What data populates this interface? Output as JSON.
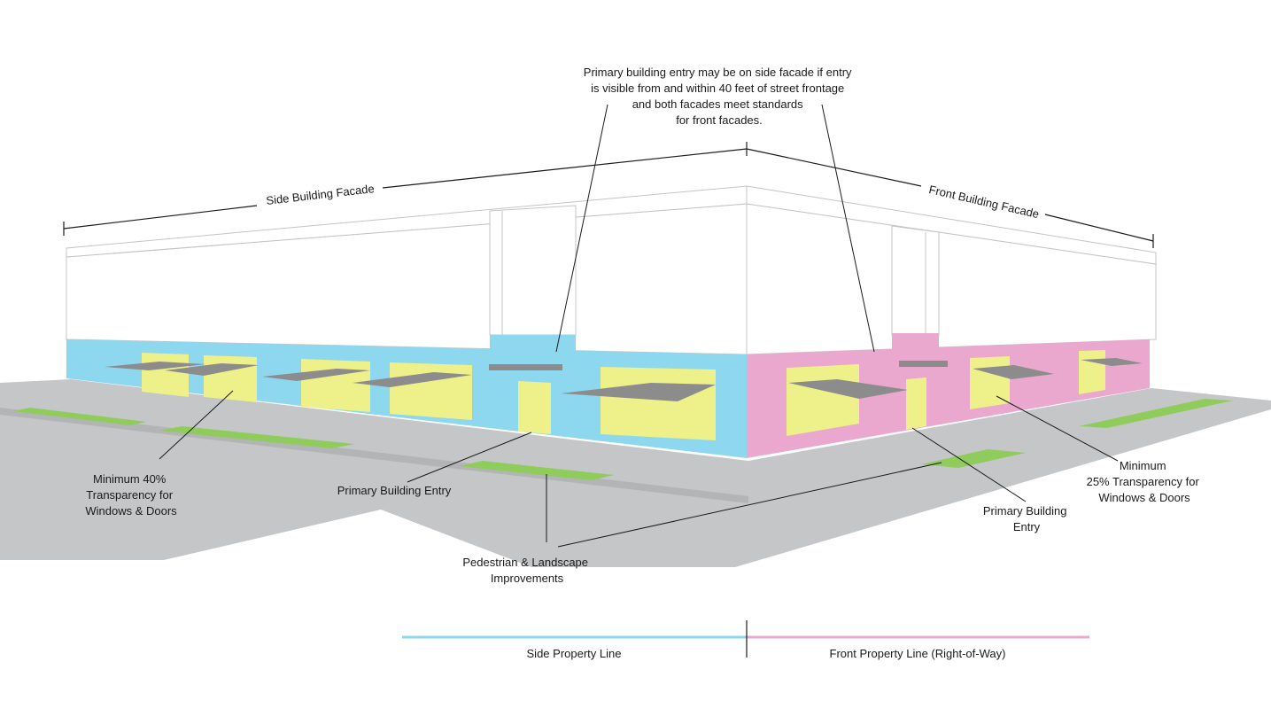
{
  "annotations": {
    "side_entry_note": [
      "Primary building entry may be on side facade if entry",
      "is visible from and within 40 feet of street frontage",
      "and both facades meet standards",
      "for front facades."
    ],
    "side_facade_label": "Side Building Facade",
    "front_facade_label": "Front Building Facade",
    "side_transparency": [
      "Minimum 40%",
      "Transparency for",
      "Windows & Doors"
    ],
    "front_transparency": [
      "Minimum",
      "25% Transparency for",
      "Windows & Doors"
    ],
    "side_primary_entry": "Primary Building Entry",
    "front_primary_entry": [
      "Primary Building",
      "Entry"
    ],
    "pedestrian": [
      "Pedestrian & Landscape",
      "Improvements"
    ]
  },
  "legend": {
    "side_property_line": "Side Property Line",
    "front_property_line": "Front Property Line (Right-of-Way)"
  },
  "colors": {
    "side_facade": "#8ed8ef",
    "front_facade": "#eaa8cf",
    "window": "#eef08a",
    "sidewalk": "#c5c6c8",
    "landscape": "#8fcc5b",
    "awning": "#8c8c8c",
    "side_line": "#8ed8ef",
    "front_line": "#eaa8cf"
  }
}
